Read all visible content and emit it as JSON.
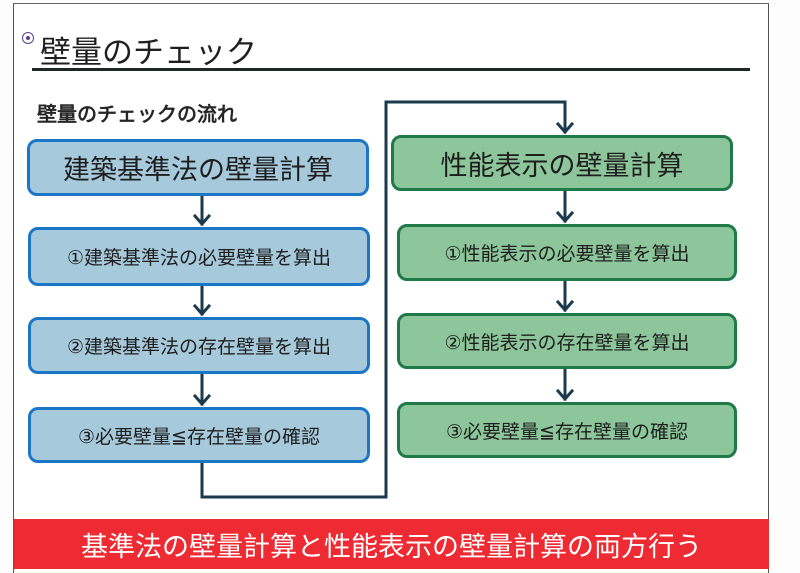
{
  "slide": {
    "title": "壁量のチェック",
    "subtitle": "壁量のチェックの流れ"
  },
  "left_flow": {
    "color": "#a6c9dc",
    "border_color": "#1c76c6",
    "header": "建築基準法の壁量計算",
    "steps": [
      "①建築基準法の必要壁量を算出",
      "②建築基準法の存在壁量を算出",
      "③必要壁量≦存在壁量の確認"
    ]
  },
  "right_flow": {
    "color": "#8cc69a",
    "border_color": "#1f7a48",
    "header": "性能表示の壁量計算",
    "steps": [
      "①性能表示の必要壁量を算出",
      "②性能表示の存在壁量を算出",
      "③必要壁量≦存在壁量の確認"
    ]
  },
  "banner": {
    "text": "基準法の壁量計算と性能表示の壁量計算の両方行う",
    "color": "#ee2a32"
  },
  "icons": {
    "handwritten_mark": "circled-number-mark",
    "arrow": "arrow-down-icon"
  }
}
